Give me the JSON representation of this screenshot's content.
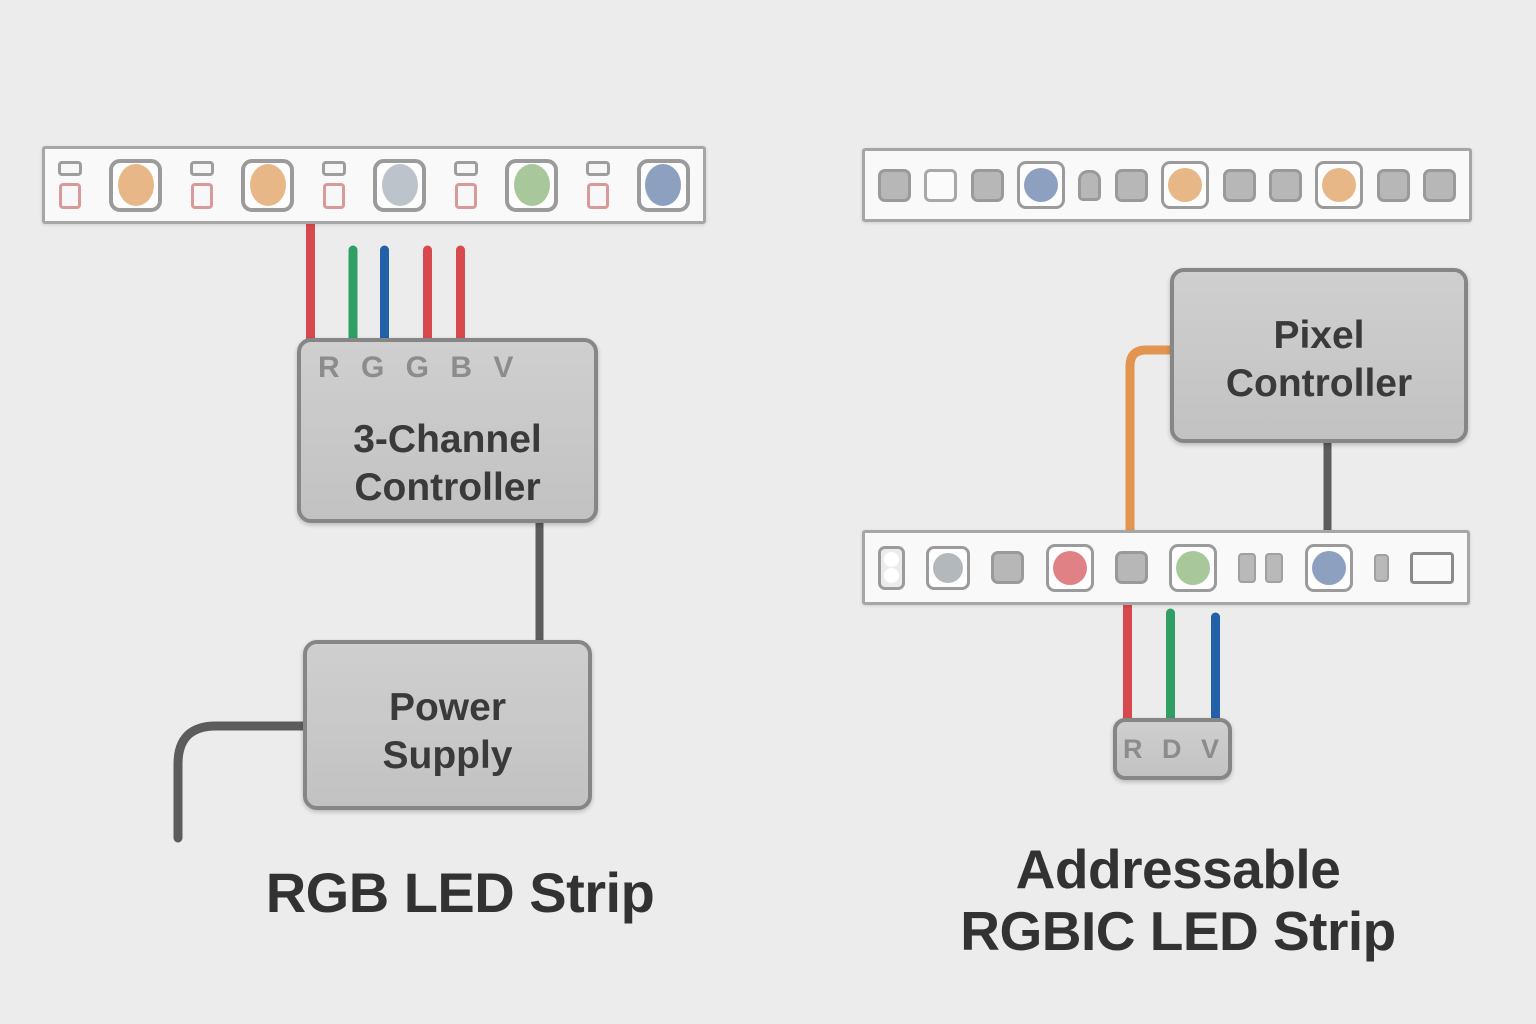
{
  "titles": {
    "controller_pins": "R G G B V",
    "controller_line1": "3-Channel",
    "controller_line2": "Controller",
    "power_line1": "Power",
    "power_line2": "Supply",
    "pixel_line1": "Pixel",
    "pixel_line2": "Controller",
    "breakout_pins": "R D V",
    "caption_left": "RGB LED Strip",
    "caption_right_line1": "Addressable",
    "caption_right_line2": "RGBIC LED Strip"
  },
  "colors": {
    "background": "#ececec",
    "wire_red": "#d8494e",
    "wire_green": "#2f9f63",
    "wire_blue": "#2261a8",
    "wire_orange": "#e2954f",
    "wire_dark": "#5c5c5c",
    "led_orange": "#e7b787",
    "led_grayblue": "#bcc3ca",
    "led_green": "#a8c79a",
    "led_blue": "#8da0c0",
    "led_red": "#df8185",
    "led_gray": "#b3b8bc"
  },
  "strips": {
    "rgb": [
      "pair",
      "ledbig:orange",
      "pair",
      "ledbig:orange",
      "pair",
      "ledbig:grayblue",
      "pair",
      "ledbig:green",
      "pair",
      "ledbig:blue"
    ],
    "rgbic_top": [
      "sq",
      "sqw",
      "sq",
      "led:blue",
      "pent",
      "sq",
      "led:orange",
      "sq",
      "sq",
      "led:orange",
      "sq",
      "sq"
    ],
    "rgbic_bottom": [
      "conn2",
      "ledsm:gray",
      "sq",
      "led:red",
      "sq",
      "led:green",
      "bars2",
      "led:blue",
      "bar-thin",
      "rectw"
    ]
  },
  "wires": {
    "rgb_r1": "wire_red",
    "rgb_g": "wire_green",
    "rgb_b": "wire_blue",
    "rgb_r2": "wire_red",
    "rgb_r3": "wire_red",
    "ctrl_psu": "wire_dark",
    "power_cord": "wire_dark",
    "pixel_data": "wire_orange",
    "pixel_out": "wire_dark",
    "ic_r": "wire_red",
    "ic_g": "wire_green",
    "ic_b": "wire_blue"
  }
}
